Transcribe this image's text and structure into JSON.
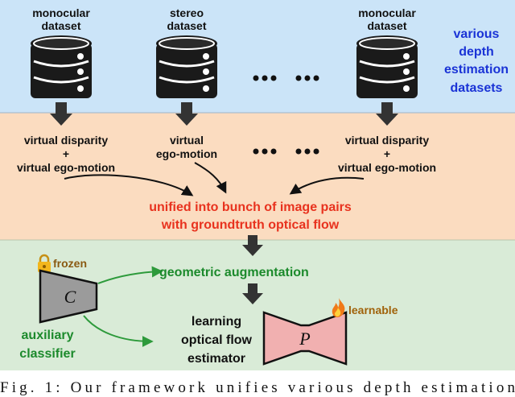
{
  "datasets": {
    "left": [
      "monocular",
      "dataset"
    ],
    "middle": [
      "stereo",
      "dataset"
    ],
    "right": [
      "monocular",
      "dataset"
    ],
    "note": [
      "various",
      "depth",
      "estimation",
      "datasets"
    ]
  },
  "virtual": {
    "left": [
      "virtual disparity",
      "+",
      "virtual ego-motion"
    ],
    "middle": [
      "virtual",
      "ego-motion"
    ],
    "right": [
      "virtual disparity",
      "+",
      "virtual ego-motion"
    ]
  },
  "unified": [
    "unified into bunch of image pairs",
    "with groundtruth optical flow"
  ],
  "bottom": {
    "frozen": "frozen",
    "classifier_letter": "C",
    "geo_aug": "geometric augmentation",
    "aux": [
      "auxiliary",
      "classifier"
    ],
    "learning": [
      "learning",
      "optical flow",
      "estimator"
    ],
    "estimator_letter": "P",
    "learnable": "learnable"
  },
  "caption": "Fig.  1:  Our  framework  unifies  various  depth  estimation",
  "colors": {
    "top_band": "#cbe4f8",
    "middle_band": "#fbdcc0",
    "bottom_band": "#d9ebd7",
    "note_blue": "#1a33d6",
    "unified_red": "#e8321e",
    "green_text": "#1c8a2c",
    "estimator_pink": "#f1b0b0"
  },
  "icons": [
    "database-icon",
    "ellipsis-icon",
    "lock-icon",
    "flame-icon"
  ]
}
